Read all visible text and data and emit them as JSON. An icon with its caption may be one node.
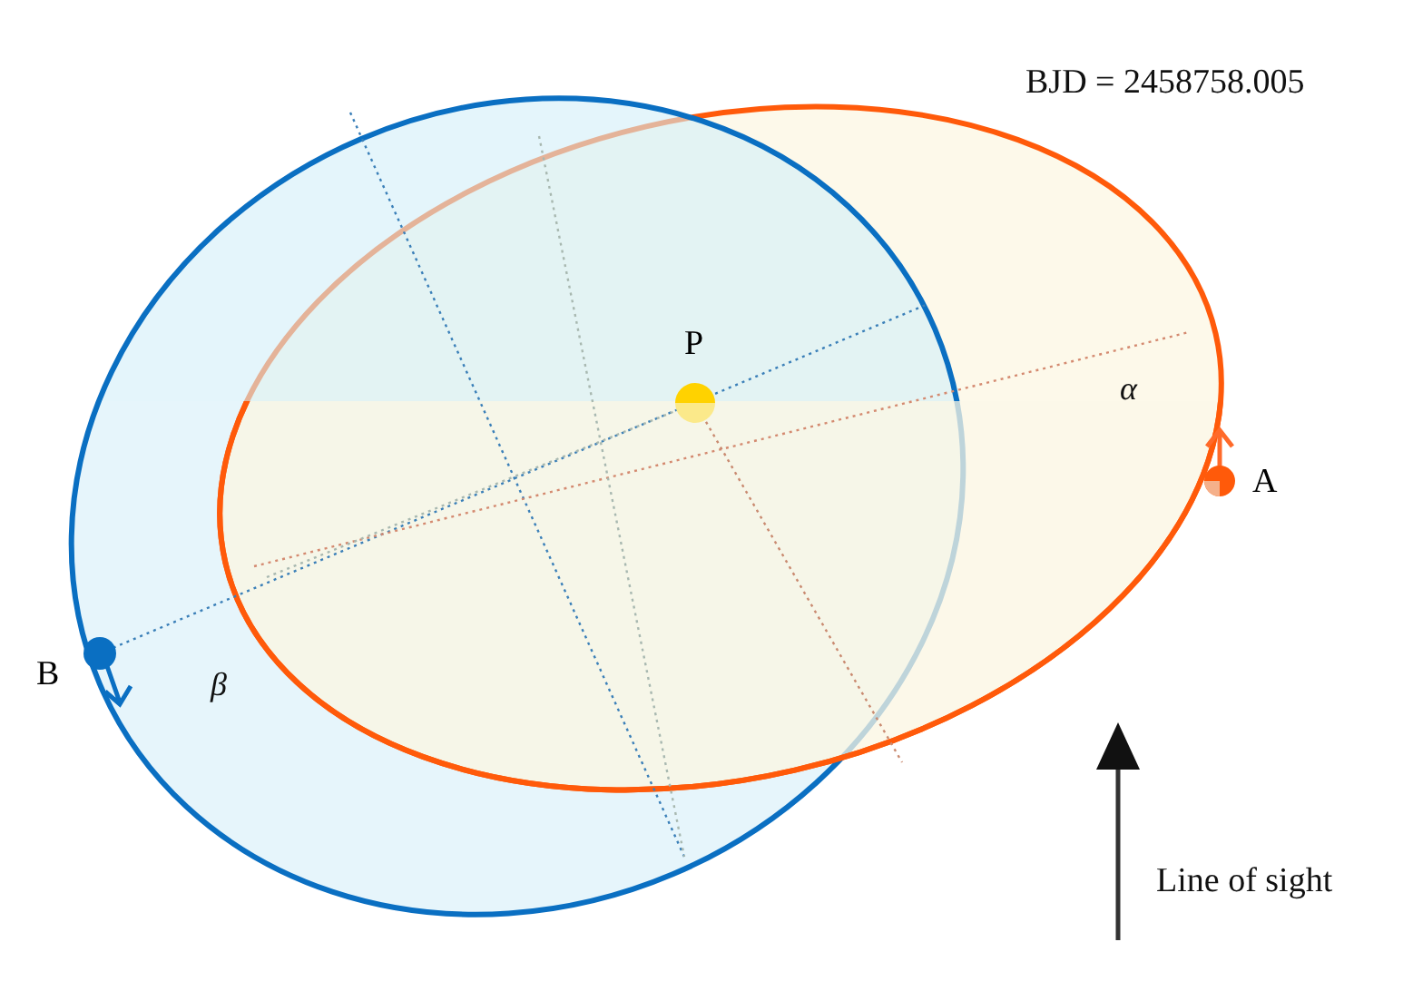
{
  "diagram": {
    "nodes": [
      {
        "text": [
          "P"
        ]
      },
      {
        "text": [
          "A"
        ]
      },
      {
        "text": [
          "B"
        ]
      }
    ],
    "labels": [
      "BJD = 2458758.005",
      "α",
      "β",
      "Line of sight"
    ]
  }
}
